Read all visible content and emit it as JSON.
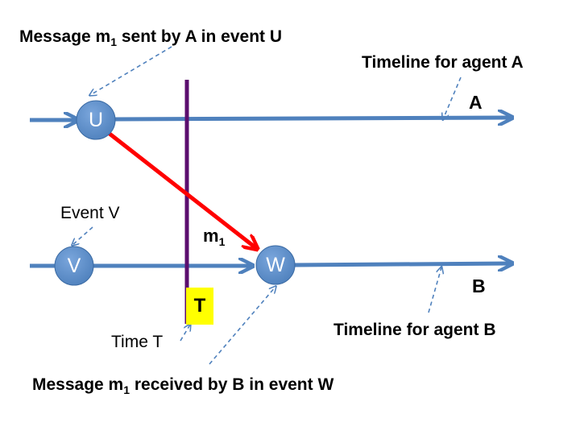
{
  "labels": {
    "msg_sent_prefix": "Message m",
    "msg_sent_sub": "1",
    "msg_sent_suffix": " sent by A in event U",
    "timeline_a": "Timeline for agent A",
    "agent_a": "A",
    "event_v": "Event V",
    "msg_label": "m",
    "msg_label_sub": "1",
    "agent_b": "B",
    "time_box": "T",
    "time_t": "Time T",
    "timeline_b": "Timeline for agent B",
    "msg_recv_prefix": "Message m",
    "msg_recv_sub": "1",
    "msg_recv_suffix": " received by B in event W"
  },
  "nodes": {
    "u": "U",
    "v": "V",
    "w": "W"
  },
  "colors": {
    "timeline": "#4f81bd",
    "node_fill": "#4f81bd",
    "message_arrow": "#ff0000",
    "time_line": "#5b0e6e",
    "time_box": "#ffff00",
    "callout": "#4f81bd"
  }
}
